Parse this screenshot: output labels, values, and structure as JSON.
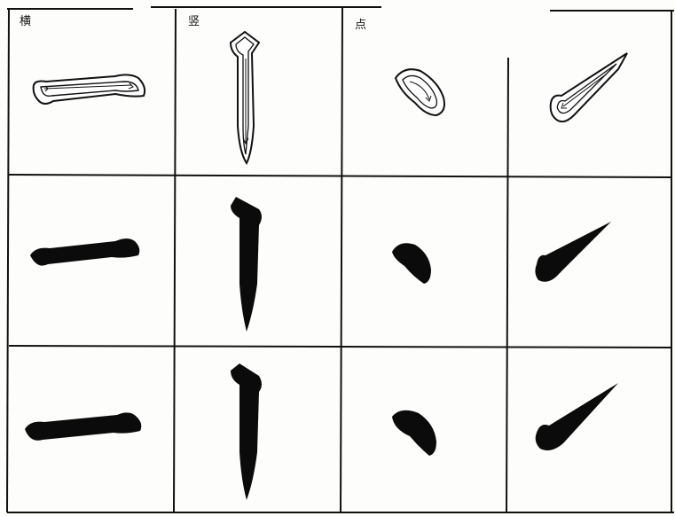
{
  "page": {
    "type": "calligraphy stroke practice sheet"
  },
  "columns": [
    {
      "label": "横",
      "stroke": "horizontal"
    },
    {
      "label": "竖",
      "stroke": "vertical"
    },
    {
      "label": "点",
      "stroke": "dot"
    },
    {
      "label": "",
      "stroke": "rising-dot"
    }
  ],
  "rows": [
    {
      "style": "outline-with-direction-arrows"
    },
    {
      "style": "filled-brush-stroke"
    },
    {
      "style": "filled-brush-stroke"
    }
  ],
  "colors": {
    "ink": "#0b0b0b",
    "paper": "#fdfdfb"
  }
}
